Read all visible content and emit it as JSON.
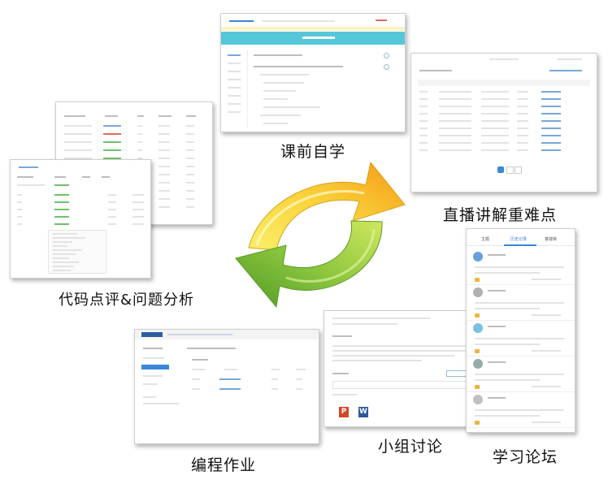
{
  "labels": {
    "preview": "课前自学",
    "live": "直播讲解重难点",
    "review": "代码点评&问题分析",
    "homework": "编程作业",
    "group": "小组讨论",
    "forum": "学习论坛"
  },
  "forum_card": {
    "tabs": [
      "主题",
      "历史记录",
      "答疑库"
    ]
  },
  "group_card": {
    "file_icons": [
      "P",
      "W"
    ]
  },
  "colors": {
    "arrow_orange": "#f5a21c",
    "arrow_yellow": "#f7e24a",
    "arrow_green": "#6cae2e",
    "arrow_lightgreen": "#c6e35a",
    "header_teal": "#55c7d8",
    "accent_blue": "#3b86d6"
  }
}
